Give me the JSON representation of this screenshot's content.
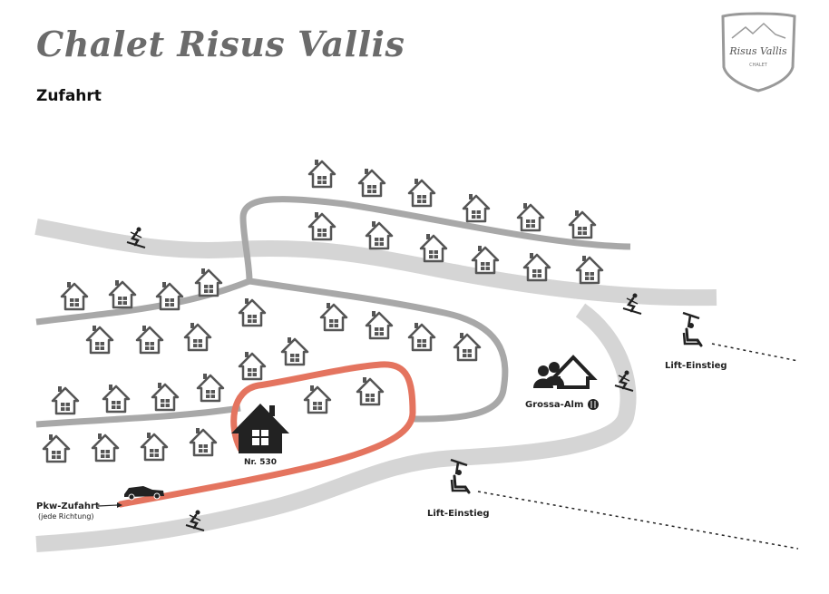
{
  "header": {
    "title": "Chalet Risus Vallis",
    "subtitle": "Zufahrt"
  },
  "logo": {
    "name": "Risus Vallis",
    "tagline": "CHALET"
  },
  "map": {
    "labels": {
      "chalet_number": "Nr. 530",
      "car_access": "Pkw-Zufahrt",
      "car_access_note": "(jede Richtung)",
      "restaurant": "Grossa-Alm",
      "lift_upper": "Lift-Einstieg",
      "lift_lower": "Lift-Einstieg"
    },
    "colors": {
      "road": "#a8a8a8",
      "ski_slope": "#d5d5d5",
      "access_route": "#e4745f",
      "icon": "#222222"
    },
    "icons": [
      "chalet-icon",
      "skier-icon",
      "chairlift-icon",
      "car-icon",
      "restaurant-icon",
      "cutlery-icon"
    ]
  }
}
